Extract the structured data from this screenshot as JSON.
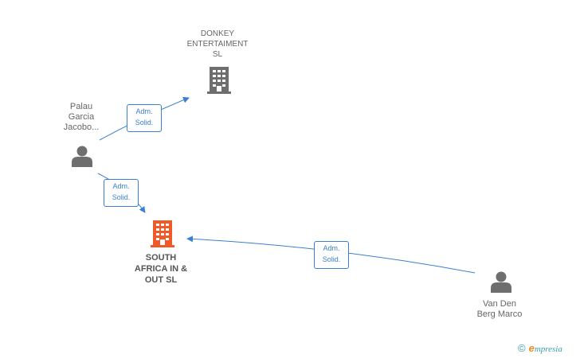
{
  "colors": {
    "edge": "#3b7fcf",
    "company_icon": "#6e6e6e",
    "focus_company_icon": "#f05a28",
    "person_icon": "#6e6e6e",
    "brand_orange": "#f08a1c",
    "brand_teal": "#3aa0b4"
  },
  "nodes": {
    "donkey": {
      "label": "DONKEY\nENTERTAIMENT\nSL",
      "icon": "building-icon"
    },
    "south_africa": {
      "label": "SOUTH\nAFRICA IN &\nOUT SL",
      "icon": "building-icon"
    },
    "palau": {
      "label": "Palau\nGarcia\nJacobo...",
      "icon": "person-icon"
    },
    "van_den_berg": {
      "label": "Van Den\nBerg Marco",
      "icon": "person-icon"
    }
  },
  "edges": {
    "palau_donkey": {
      "label": "Adm.\nSolid."
    },
    "palau_south": {
      "label": "Adm.\nSolid."
    },
    "van_south": {
      "label": "Adm.\nSolid."
    }
  },
  "footer": {
    "copyright_symbol": "©",
    "brand_e": "e",
    "brand_rest": "mpresia"
  }
}
